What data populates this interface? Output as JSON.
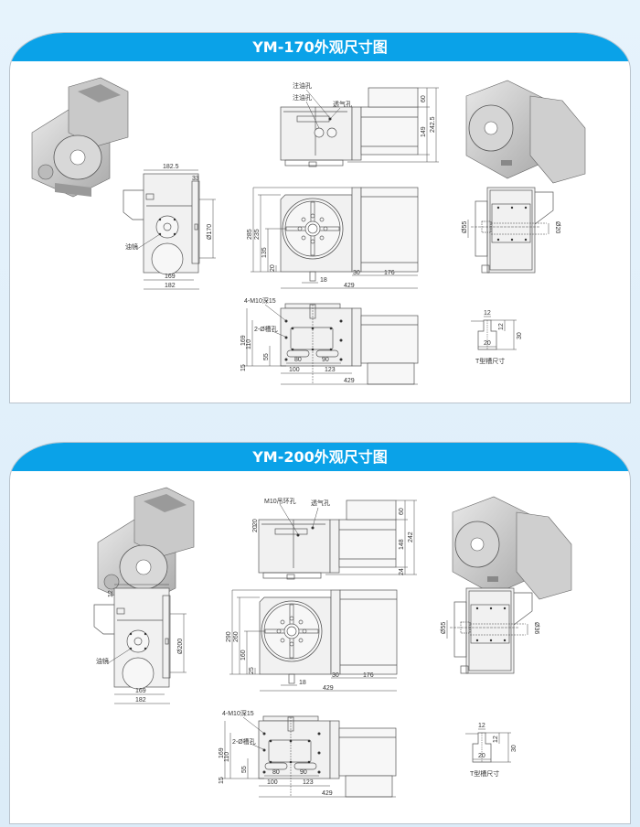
{
  "page": {
    "background": "#e3f1fb",
    "accent": "#0aa2e8"
  },
  "sections": [
    {
      "title": "YM-170外观尺寸图",
      "side": {
        "dims": [
          "182.5",
          "33",
          "Ø170",
          "169",
          "182"
        ],
        "oil_sight": "油镜"
      },
      "front": {
        "labels": [
          "注油孔",
          "注油孔",
          "透气孔"
        ],
        "dims": [
          "60",
          "149",
          "242.5"
        ]
      },
      "plan": {
        "dims": [
          "285",
          "235",
          "135",
          "20",
          "18",
          "30",
          "176",
          "429"
        ]
      },
      "bottom": {
        "labels": [
          "4-M10深15",
          "2-Ø槽孔"
        ],
        "dims": [
          "169",
          "110",
          "55",
          "15",
          "80",
          "90",
          "100",
          "123",
          "429"
        ]
      },
      "right_plan": {
        "dims": [
          "Ø55",
          "Ø20"
        ]
      },
      "tslot": {
        "dims": [
          "12",
          "12",
          "30",
          "20"
        ],
        "label": "T型槽尺寸"
      }
    },
    {
      "title": "YM-200外观尺寸图",
      "side": {
        "dims": [
          "12",
          "Ø200",
          "169",
          "182"
        ],
        "oil_sight": "油镜"
      },
      "front": {
        "labels": [
          "M10吊环孔",
          "透气孔"
        ],
        "dims": [
          "20",
          "20",
          "60",
          "148",
          "242",
          "24"
        ]
      },
      "plan": {
        "dims": [
          "290",
          "260",
          "160",
          "25",
          "18",
          "30",
          "176",
          "429"
        ]
      },
      "bottom": {
        "labels": [
          "4-M10深15",
          "2-Ø槽孔"
        ],
        "dims": [
          "169",
          "110",
          "55",
          "15",
          "80",
          "90",
          "100",
          "123",
          "429"
        ]
      },
      "right_plan": {
        "dims": [
          "Ø55",
          "Ø36"
        ]
      },
      "tslot": {
        "dims": [
          "12",
          "12",
          "30",
          "20"
        ],
        "label": "T型槽尺寸"
      }
    }
  ]
}
